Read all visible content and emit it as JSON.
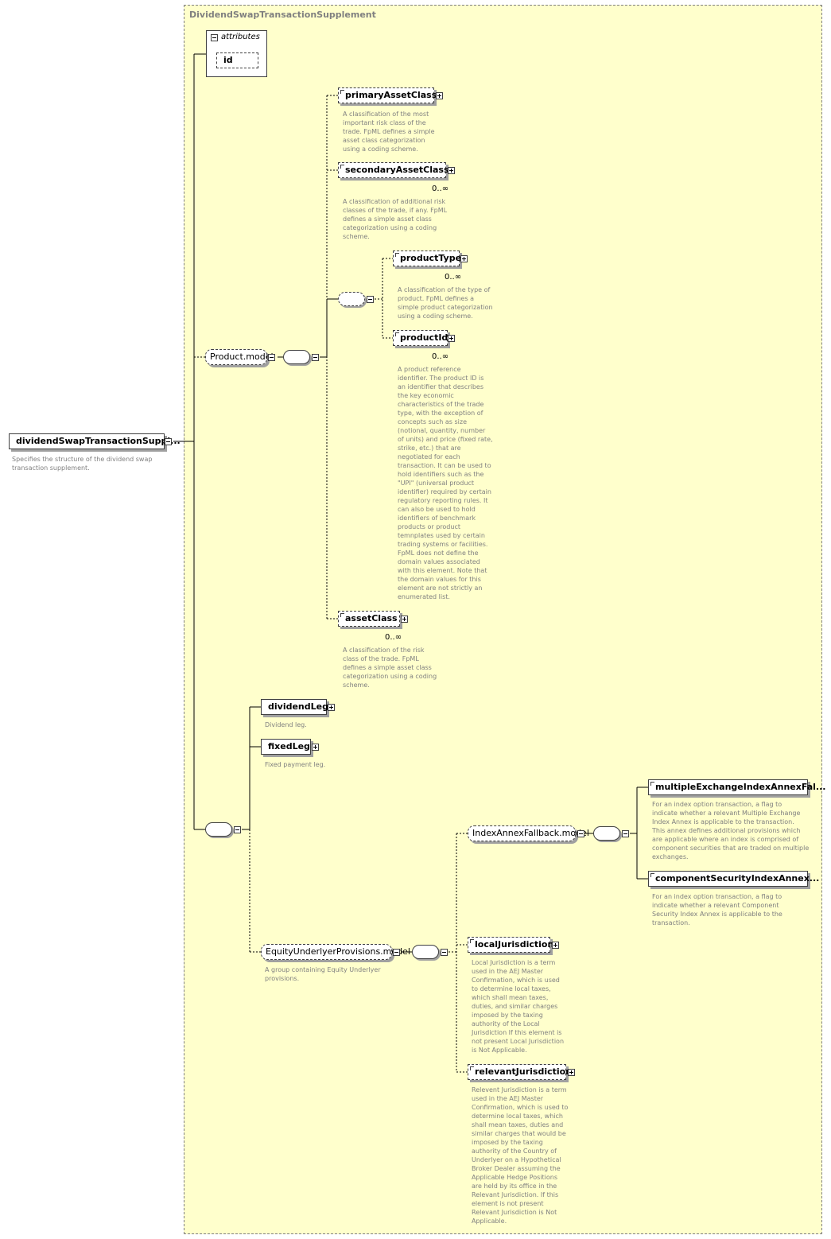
{
  "diagram": {
    "type_name": "DividendSwapTransactionSupplement",
    "root": {
      "label": "dividendSwapTransactionSuppl...",
      "doc": "Specifies the structure of the dividend swap\ntransaction supplement."
    },
    "attributes": {
      "title": "attributes",
      "id_label": "id"
    },
    "product_model": {
      "label": "Product.model",
      "primaryAssetClass": {
        "label": "primaryAssetClass",
        "doc": "A classification of the most\nimportant risk class of the\ntrade. FpML defines a simple\nasset class categorization\nusing a coding scheme."
      },
      "secondaryAssetClass": {
        "label": "secondaryAssetClass",
        "card": "0..∞",
        "doc": "A classification of additional risk\nclasses of the trade, if any. FpML\ndefines a simple asset class\ncategorization using a coding\nscheme."
      },
      "productType": {
        "label": "productType",
        "card": "0..∞",
        "doc": "A classification of the type of\nproduct. FpML defines a\nsimple product categorization\nusing a coding scheme."
      },
      "productId": {
        "label": "productId",
        "card": "0..∞",
        "doc": "A product reference\nidentifier. The product ID is\nan identifier that describes\nthe key economic\ncharacteristics of the trade\ntype, with the exception of\nconcepts such as size\n(notional, quantity, number\nof units) and price (fixed rate,\nstrike, etc.) that are\nnegotiated for each\ntransaction. It can be used to\nhold identifiers such as the\n\"UPI\" (universal product\nidentifier) required by certain\nregulatory reporting rules. It\ncan also be used to hold\nidentifiers of benchmark\nproducts or product\ntemnplates used by certain\ntrading systems or facilities.\nFpML does not define the\ndomain values associated\nwith this element. Note that\nthe domain values for this\nelement are not strictly an\nenumerated list."
      },
      "assetClass": {
        "label": "assetClass",
        "card": "0..∞",
        "doc": "A classification of the risk\nclass of the trade. FpML\ndefines a simple asset class\ncategorization using a coding\nscheme."
      }
    },
    "dividendLeg": {
      "label": "dividendLeg",
      "doc": "Dividend leg."
    },
    "fixedLeg": {
      "label": "fixedLeg",
      "doc": "Fixed payment leg."
    },
    "equity_underlyer": {
      "label": "EquityUnderlyerProvisions.model",
      "doc": "A group containing Equity Underlyer\nprovisions.",
      "index_annex": {
        "label": "IndexAnnexFallback.model",
        "multiple": {
          "label": "multipleExchangeIndexAnnexFal...",
          "doc": "For an index option transaction, a flag to\nindicate whether a relevant Multiple Exchange\nIndex Annex is applicable to the transaction.\nThis annex defines additional provisions which\nare applicable where an index is comprised of\ncomponent securities that are traded on multiple\nexchanges."
        },
        "component": {
          "label": "componentSecurityIndexAnnex...",
          "doc": "For an index option transaction, a flag to\nindicate whether a relevant Component\nSecurity Index Annex is applicable to the\ntransaction."
        }
      },
      "localJurisdiction": {
        "label": "localJurisdiction",
        "doc": "Local Jurisdiction is a term\nused in the AEJ Master\nConfirmation, which is used\nto determine local taxes,\nwhich shall mean taxes,\nduties, and similar charges\nimposed by the taxing\nauthority of the Local\nJurisdiction If this element is\nnot present Local Jurisdiction\nis Not Applicable."
      },
      "relevantJurisdiction": {
        "label": "relevantJurisdiction",
        "doc": "Relevent Jurisdiction is a term\nused in the AEJ Master\nConfirmation, which is used to\ndetermine local taxes, which\nshall mean taxes, duties and\nsimilar charges that would be\nimposed by the taxing\nauthority of the Country of\nUnderlyer on a Hypothetical\nBroker Dealer assuming the\nApplicable Hedge Positions\nare held by its office in the\nRelevant Jurisdiction. If this\nelement is not present\nRelevant Jurisdiction is Not\nApplicable."
      }
    }
  }
}
